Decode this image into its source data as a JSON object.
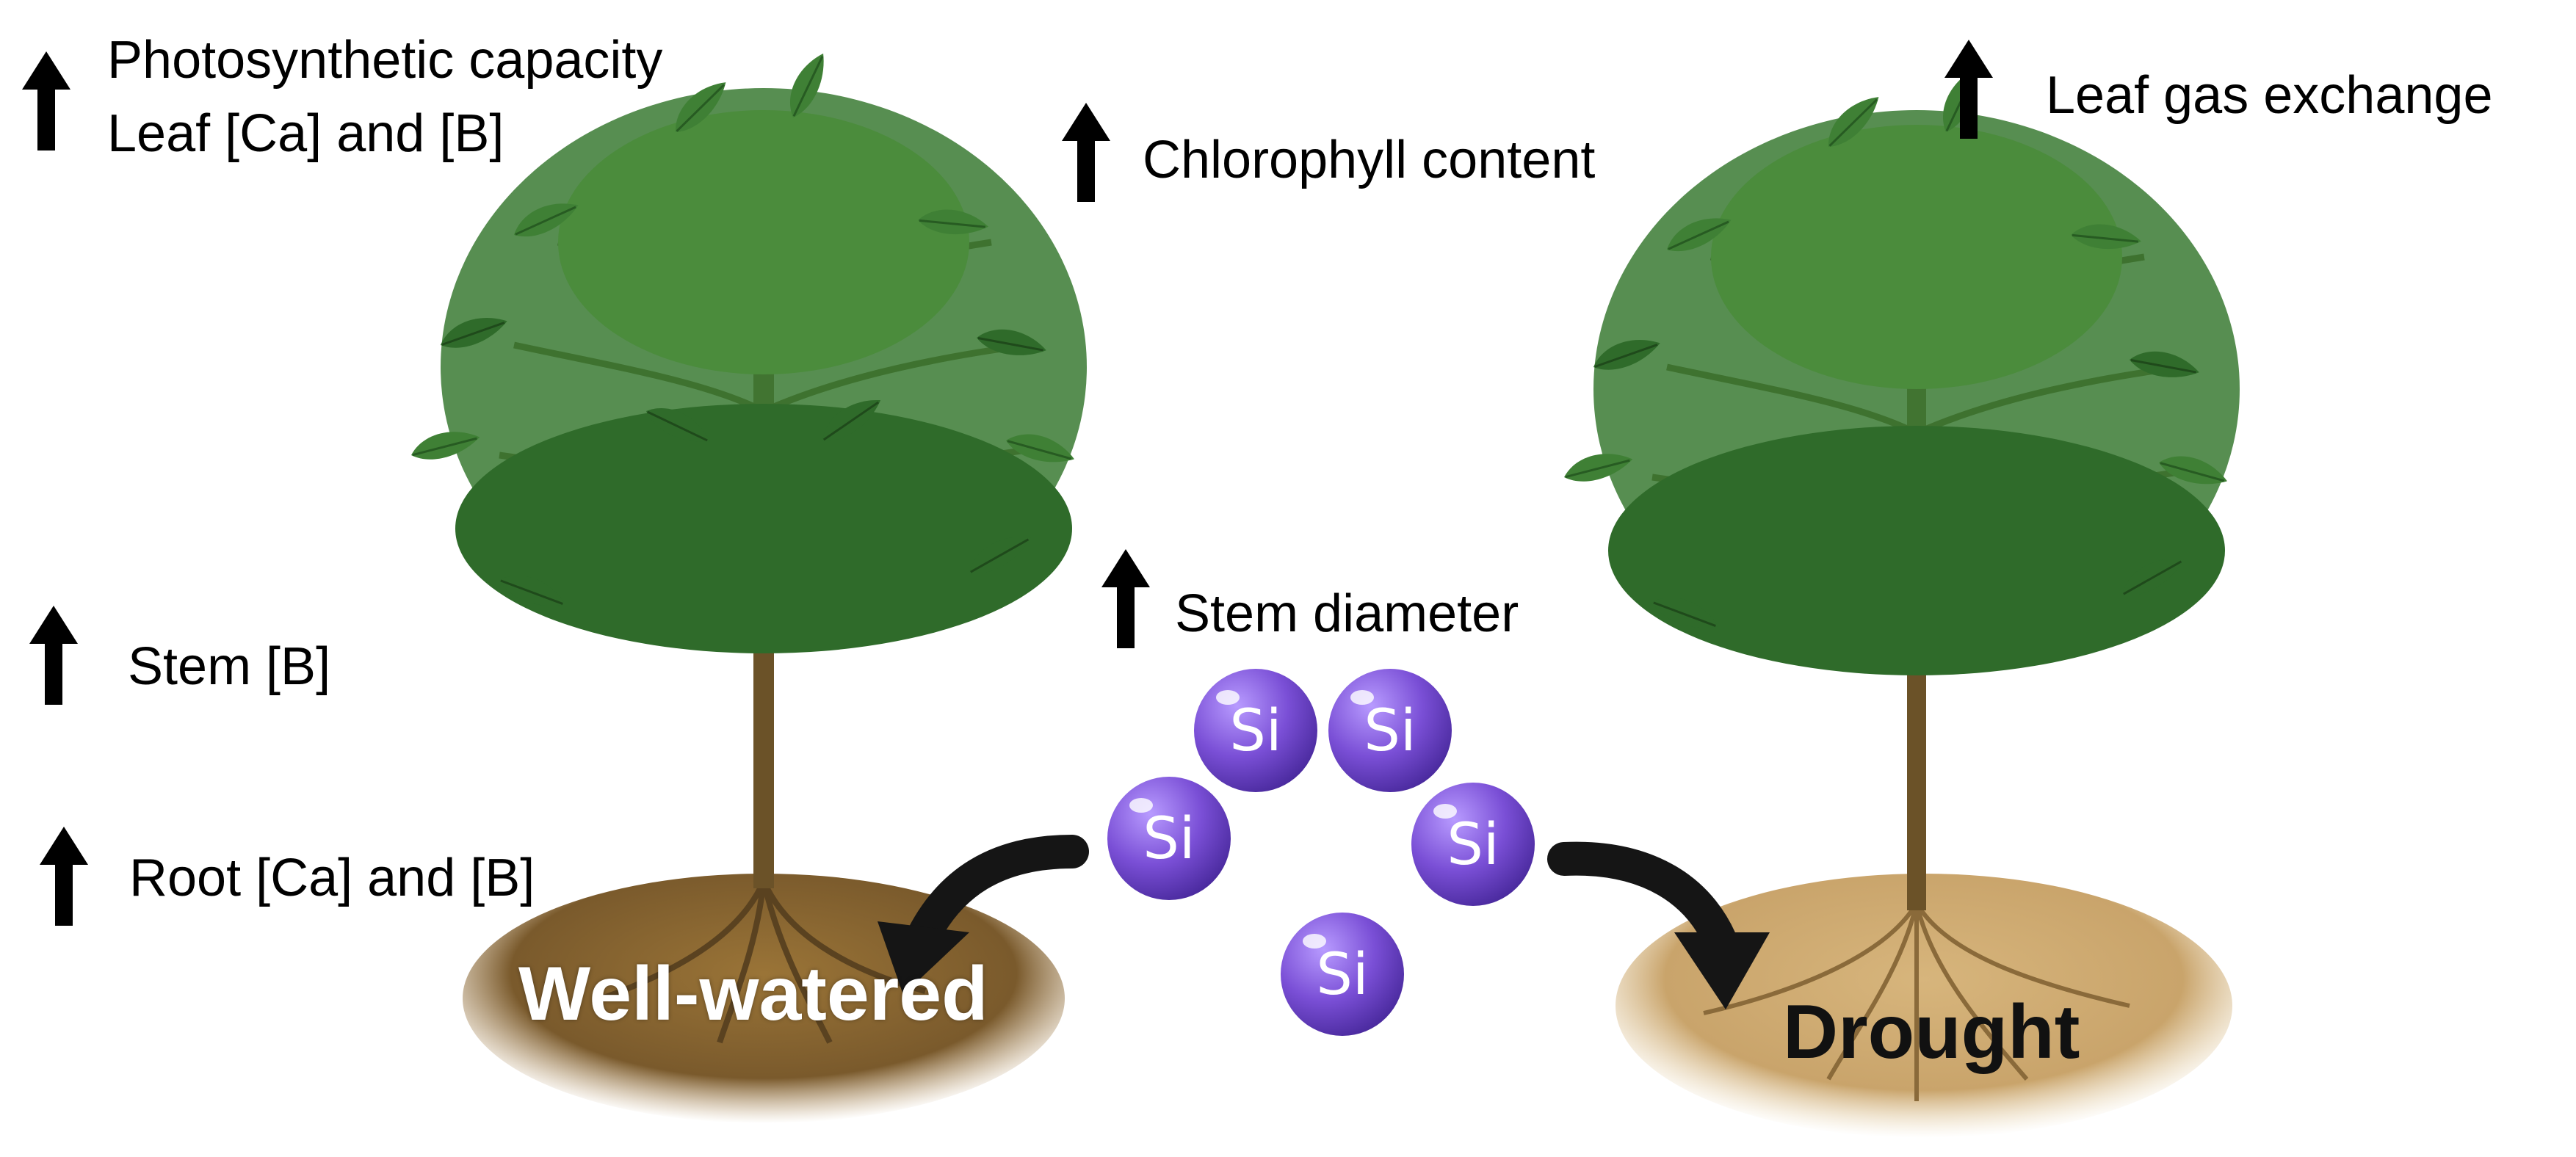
{
  "labels": {
    "photosynthetic_capacity": "Photosynthetic capacity",
    "leaf_ca_b": "Leaf [Ca] and [B]",
    "chlorophyll_content": "Chlorophyll content",
    "leaf_gas_exchange": "Leaf gas exchange",
    "stem_b": "Stem [B]",
    "stem_diameter": "Stem diameter",
    "root_ca_b": "Root [Ca] and [B]"
  },
  "conditions": {
    "well_watered": "Well-watered",
    "drought": "Drought"
  },
  "si_particles": [
    "Si",
    "Si",
    "Si",
    "Si",
    "Si"
  ],
  "icons": {
    "increase": "up-arrow-icon",
    "flow": "curved-arrow-icon",
    "tree": "coffee-plant-illustration",
    "particle": "silicon-sphere"
  },
  "colors": {
    "arrow": "#000000",
    "leaf_dark": "#2f6b2a",
    "leaf_mid": "#3f8035",
    "leaf_light": "#5a9a45",
    "trunk": "#6b5228",
    "soil_wet": "#7a5a2c",
    "soil_dry": "#c9a46b",
    "si_fill": "#7a4fd6",
    "well_watered_text": "#ffffff",
    "drought_text": "#111111"
  }
}
